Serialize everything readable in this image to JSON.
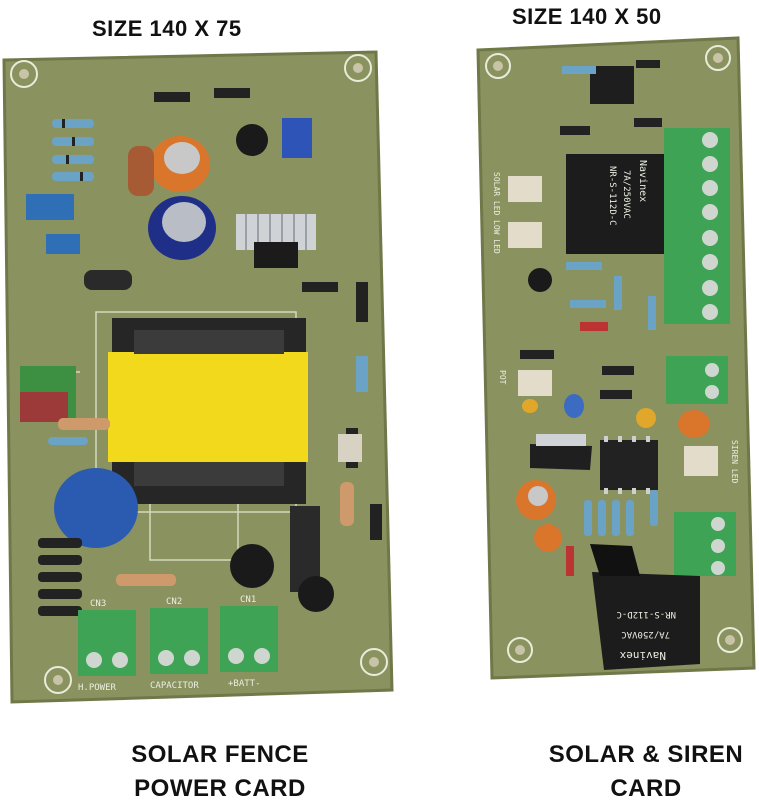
{
  "left_card": {
    "size_label": "SIZE 140 X 75",
    "caption_line1": "SOLAR FENCE",
    "caption_line2": "POWER CARD",
    "terminal_labels": [
      "CN3",
      "CN2",
      "CN1"
    ],
    "bottom_labels": [
      "H.POWER",
      "CAPACITOR",
      "+BATT-"
    ]
  },
  "right_card": {
    "size_label": "SIZE 140 X 50",
    "caption_line1": "SOLAR & SIREN",
    "caption_line2": "CARD",
    "relay_brand": "Navinex",
    "relay_rating": "7A/250VAC",
    "relay_model": "NR-S-112D-C",
    "side_labels": [
      "SOLAR LED",
      "LOW LED",
      "POT",
      "SIREN LED"
    ]
  },
  "colors": {
    "pcb": "#8a9260",
    "pcb_edge": "#6f7848",
    "terminal_green": "#3fa356",
    "relay_black": "#1c1c1c",
    "transformer_yellow": "#f2d91c",
    "capacitor_blue": "#1f4fa8"
  }
}
